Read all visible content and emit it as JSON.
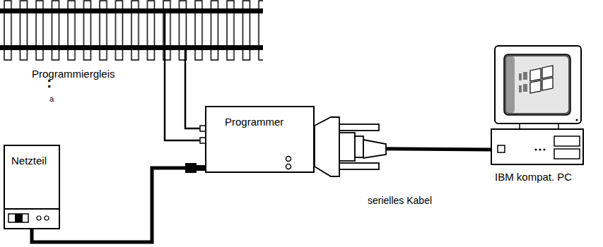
{
  "diagram": {
    "nodes": [
      {
        "text": [
          "Programmiergleis"
        ]
      },
      {
        "text": [
          "Netzteil"
        ]
      },
      {
        "text": [
          "Programmer"
        ]
      },
      {
        "text": [
          "IBM kompat. PC"
        ]
      }
    ],
    "edges": [
      {
        "from": 0,
        "to": 2,
        "arrow": "none"
      },
      {
        "from": 1,
        "to": 2,
        "arrow": "none"
      },
      {
        "from": 2,
        "to": 3,
        "label": "serielles Kabel",
        "arrow": "none"
      }
    ],
    "labels": [
      ":",
      "a"
    ]
  }
}
